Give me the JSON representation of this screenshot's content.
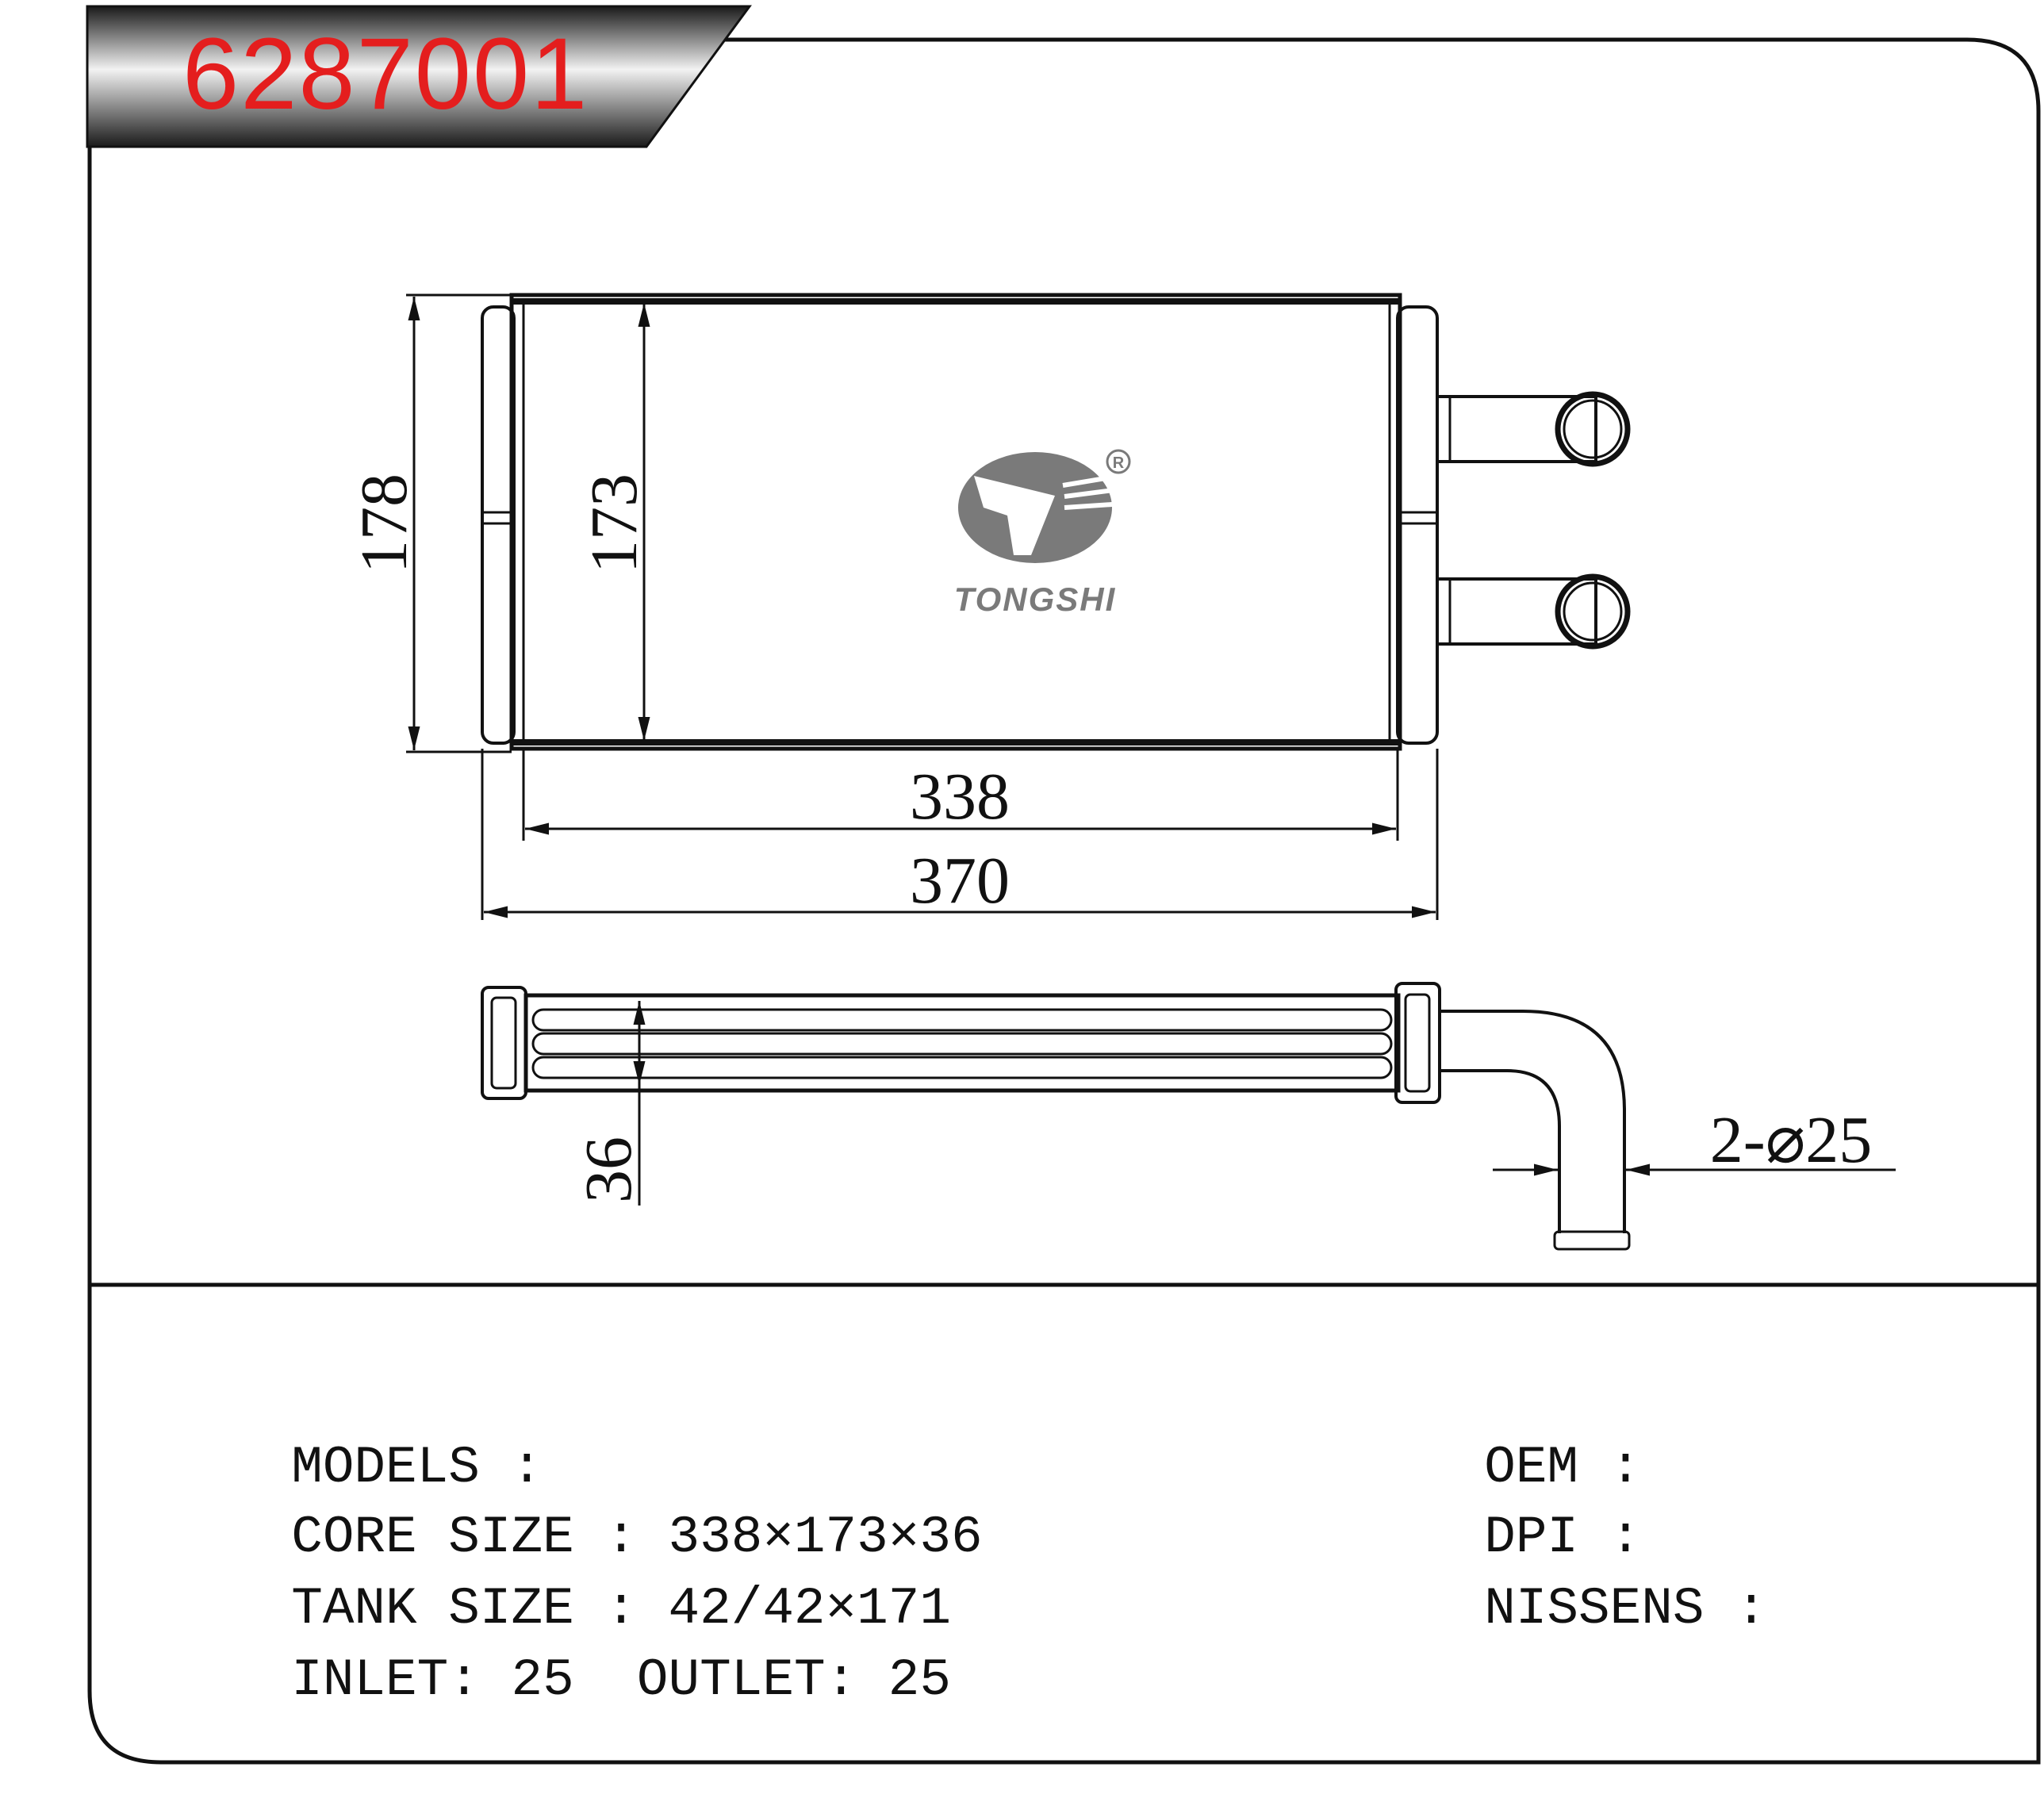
{
  "part_number": "6287001",
  "colors": {
    "title": "#e41e1e",
    "line": "#111111",
    "logo_grey": "#7a7a7a"
  },
  "logo": {
    "brand": "TONGSHI",
    "registered_mark": "R",
    "icon": "tongshi-logo-icon"
  },
  "dimensions": {
    "overall_height": "178",
    "core_height": "173",
    "core_width": "338",
    "overall_width": "370",
    "depth": "36",
    "pipes": "2-⌀25"
  },
  "specs": {
    "models_label": "MODELS :",
    "models_value": "",
    "core_size_label": "CORE SIZE :",
    "core_size_value": "338×173×36",
    "tank_size_label": "TANK SIZE :",
    "tank_size_value": "42/42×171",
    "inlet_label": "INLET:",
    "inlet_value": "25",
    "outlet_label": "OUTLET:",
    "outlet_value": "25",
    "oem_label": "OEM :",
    "oem_value": "",
    "dpi_label": "DPI :",
    "dpi_value": "",
    "nissens_label": "NISSENS :",
    "nissens_value": ""
  }
}
